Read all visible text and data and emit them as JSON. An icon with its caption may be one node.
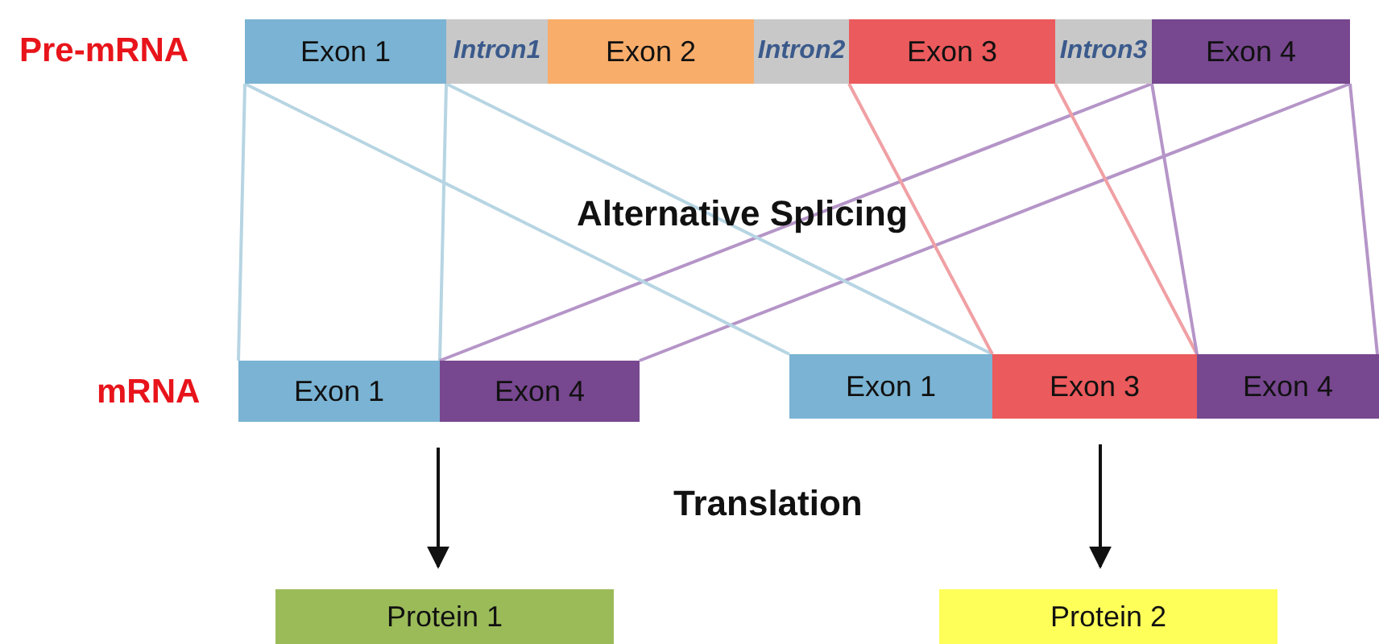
{
  "diagram": {
    "nodes": [
      {
        "text": [
          "Exon 1"
        ]
      },
      {
        "text": [
          "Intron1"
        ]
      },
      {
        "text": [
          "Exon 2"
        ]
      },
      {
        "text": [
          "Intron2"
        ]
      },
      {
        "text": [
          "Exon 3"
        ]
      },
      {
        "text": [
          "Intron3"
        ]
      },
      {
        "text": [
          "Exon 4"
        ]
      },
      {
        "text": [
          "Exon 1"
        ]
      },
      {
        "text": [
          "Exon 4"
        ]
      },
      {
        "text": [
          "Exon 1"
        ]
      },
      {
        "text": [
          "Exon 3"
        ]
      },
      {
        "text": [
          "Exon 4"
        ]
      },
      {
        "text": [
          "Protein 1"
        ]
      },
      {
        "text": [
          "Protein 2"
        ]
      }
    ],
    "edges": [
      {
        "from": 0,
        "to": 7,
        "arrow": "none",
        "color": "#b7d5e3"
      },
      {
        "from": 0,
        "to": 7,
        "arrow": "none",
        "color": "#b7d5e3"
      },
      {
        "from": 6,
        "to": 8,
        "arrow": "none",
        "color": "#b595c8"
      },
      {
        "from": 6,
        "to": 8,
        "arrow": "none",
        "color": "#b595c8"
      },
      {
        "from": 0,
        "to": 9,
        "arrow": "none",
        "color": "#b7d5e3"
      },
      {
        "from": 0,
        "to": 9,
        "arrow": "none",
        "color": "#b7d5e3"
      },
      {
        "from": 4,
        "to": 10,
        "arrow": "none",
        "color": "#f0a0a4"
      },
      {
        "from": 4,
        "to": 10,
        "arrow": "none",
        "color": "#f0a0a4"
      },
      {
        "from": 6,
        "to": 11,
        "arrow": "none",
        "color": "#b595c8"
      },
      {
        "from": 6,
        "to": 11,
        "arrow": "none",
        "color": "#b595c8"
      },
      {
        "from": 7,
        "to": 12,
        "arrow": "to",
        "color": "#111111"
      },
      {
        "from": 10,
        "to": 13,
        "arrow": "to",
        "color": "#111111"
      }
    ],
    "labels": [
      "Pre-mRNA",
      "Alternative Splicing",
      "mRNA",
      "Translation"
    ]
  }
}
